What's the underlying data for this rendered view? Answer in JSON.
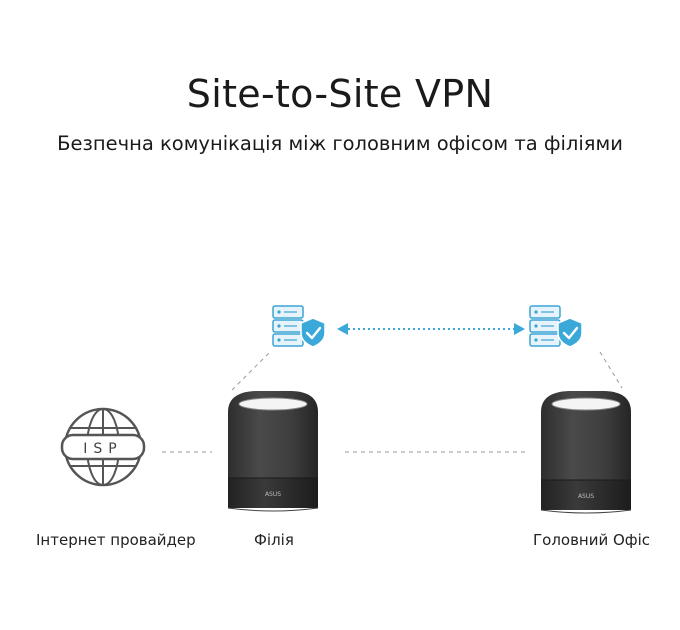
{
  "header": {
    "title": "Site-to-Site VPN",
    "subtitle": "Безпечна комунікація між головним офісом та філіями"
  },
  "nodes": {
    "isp": {
      "globe_text": "ISP",
      "label": "Інтернет провайдер"
    },
    "branch": {
      "label": "Філія",
      "brand": "ASUS"
    },
    "hq": {
      "label": "Головний Офіс",
      "brand": "ASUS"
    }
  },
  "colors": {
    "router_body": "#3d3d3d",
    "router_base": "#2a2a2a",
    "server_light": "#e6f3fa",
    "server_line": "#3ba4d4",
    "shield": "#3aa9da",
    "vpn_link": "#3aa9da",
    "dashed_line": "#9a9a9a"
  },
  "icons": [
    "isp-globe-icon",
    "server-shield-icon",
    "router-icon",
    "double-arrow-icon"
  ]
}
